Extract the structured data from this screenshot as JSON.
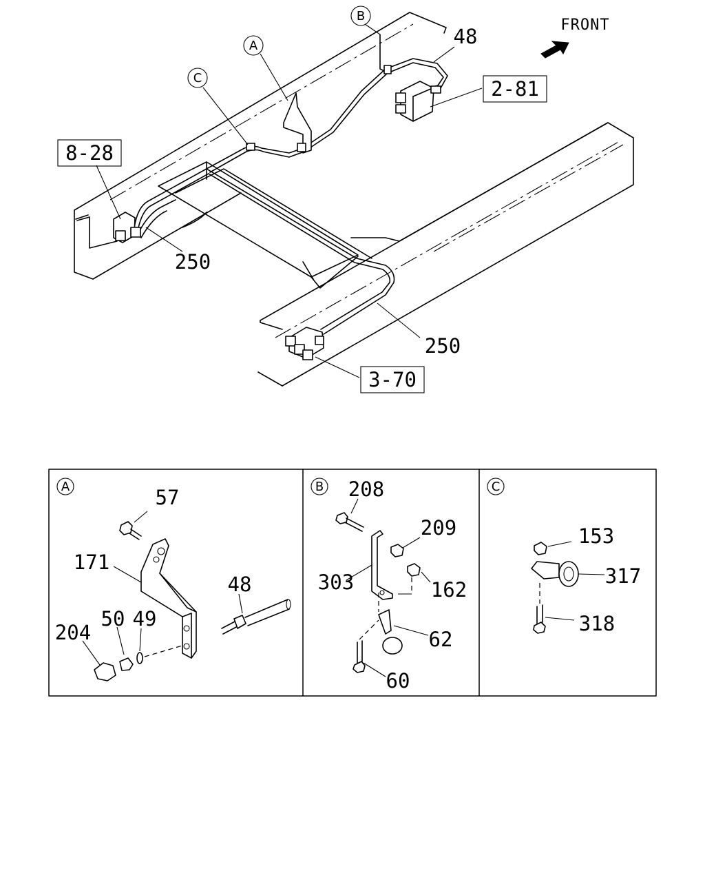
{
  "front_label": "FRONT",
  "main_view": {
    "callouts": {
      "a": "A",
      "b": "B",
      "c": "C"
    },
    "ref_boxes": {
      "r1": "8-28",
      "r2": "2-81",
      "r3": "3-70"
    },
    "part_numbers": {
      "p48": "48",
      "p250_upper": "250",
      "p250_lower": "250"
    }
  },
  "detail_panels": [
    {
      "callout": "A",
      "parts": {
        "p57": "57",
        "p171": "171",
        "p48": "48",
        "p204": "204",
        "p50": "50",
        "p49": "49"
      }
    },
    {
      "callout": "B",
      "parts": {
        "p208": "208",
        "p209": "209",
        "p303": "303",
        "p162": "162",
        "p62": "62",
        "p60": "60"
      }
    },
    {
      "callout": "C",
      "parts": {
        "p153": "153",
        "p317": "317",
        "p318": "318"
      }
    }
  ]
}
